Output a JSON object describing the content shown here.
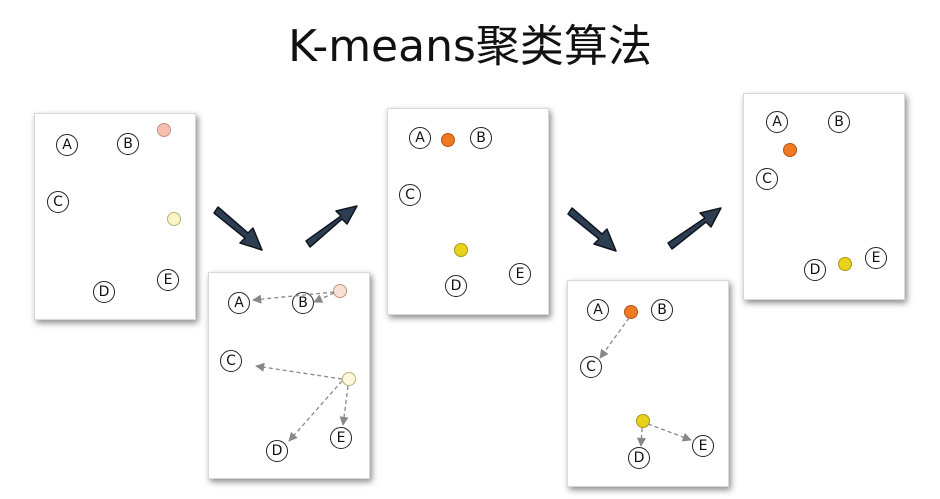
{
  "title": "K-means聚类算法",
  "labels": {
    "a": "A",
    "b": "B",
    "c": "C",
    "d": "D",
    "e": "E"
  },
  "colors": {
    "centroid1_initial": "#f7bfae",
    "centroid2_initial": "#fbf4c4",
    "centroid1": "#f07a22",
    "centroid2": "#e8d31a",
    "arrow_fill": "#2e3e52",
    "dashed_arrow": "#888888"
  }
}
